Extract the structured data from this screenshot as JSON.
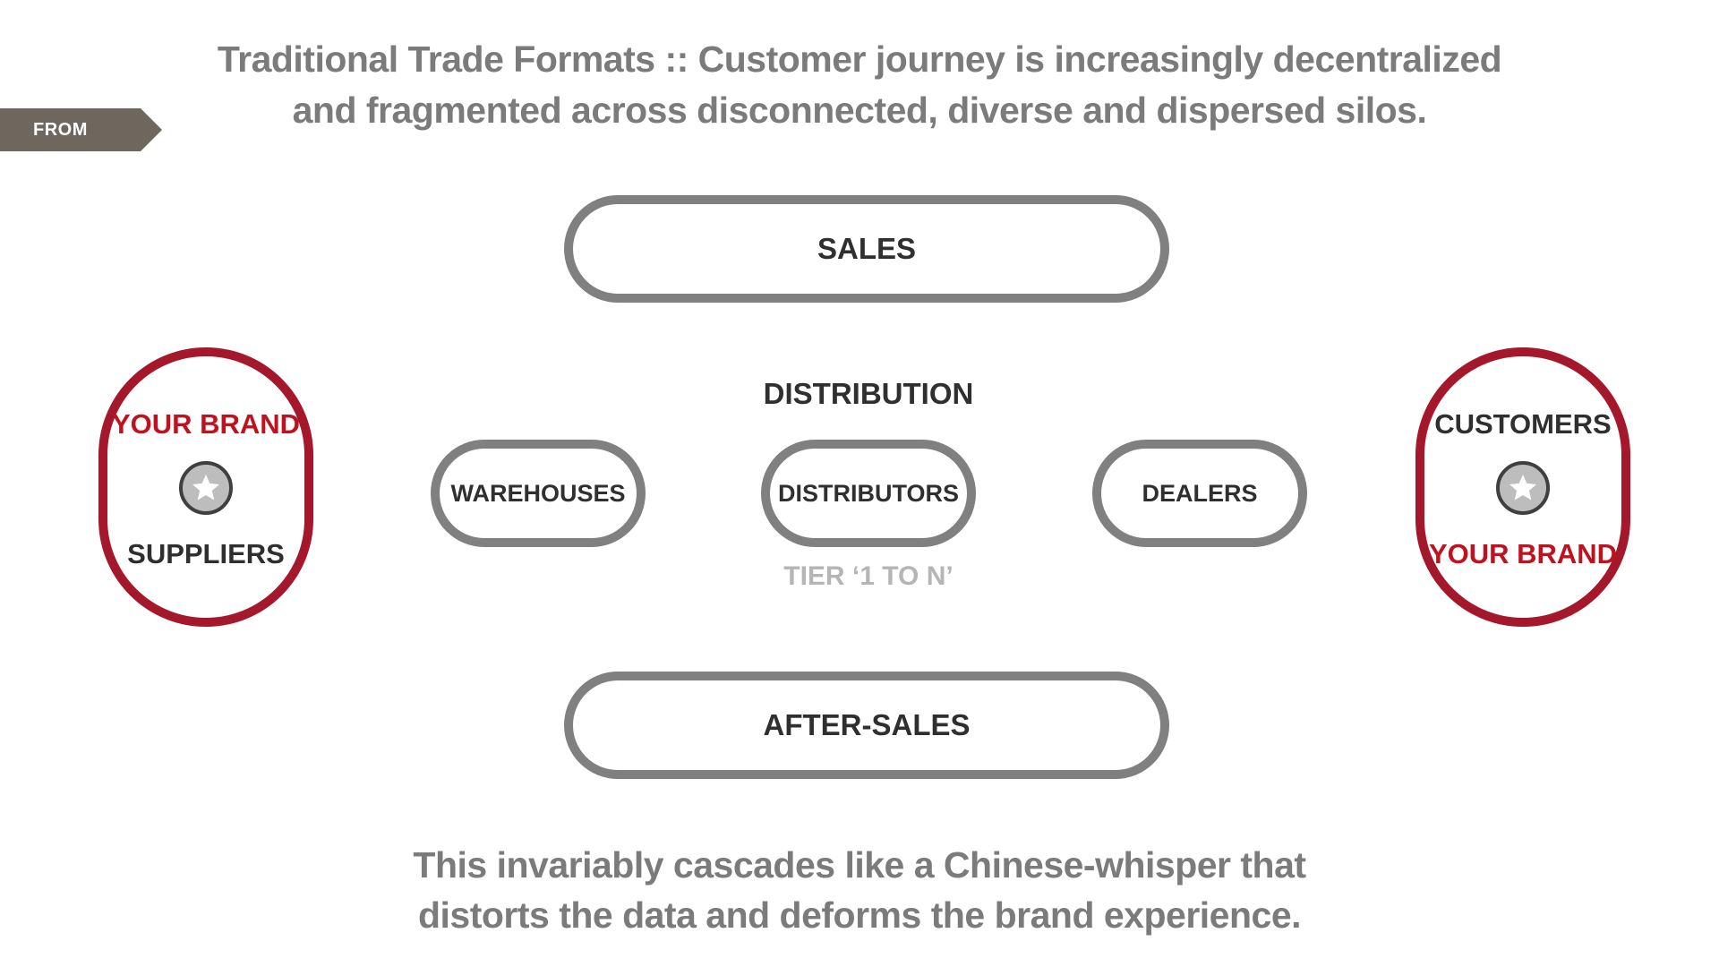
{
  "headline": {
    "line1": "Traditional Trade Formats :: Customer journey is increasingly decentralized",
    "line2": "and fragmented across disconnected, diverse and dispersed silos."
  },
  "from_tag": "FROM",
  "sales": "SALES",
  "distribution": {
    "title": "DISTRIBUTION",
    "warehouses": "WAREHOUSES",
    "distributors": "DISTRIBUTORS",
    "dealers": "DEALERS",
    "tier": "TIER ‘1 TO N’"
  },
  "after_sales": "AFTER-SALES",
  "left_badge": {
    "top": "YOUR BRAND",
    "bottom": "SUPPLIERS",
    "icon": "star-icon"
  },
  "right_badge": {
    "top": "CUSTOMERS",
    "bottom": "YOUR BRAND",
    "icon": "star-icon"
  },
  "footer": {
    "line1": "This invariably cascades like a Chinese-whisper that",
    "line2": "distorts the data and deforms the brand experience."
  },
  "colors": {
    "brand_red": "#a5172b",
    "brand_text_red": "#c0111f",
    "outline_gray": "#808080",
    "headline_gray": "#7b7b7b",
    "tag_brown": "#6f665e"
  }
}
